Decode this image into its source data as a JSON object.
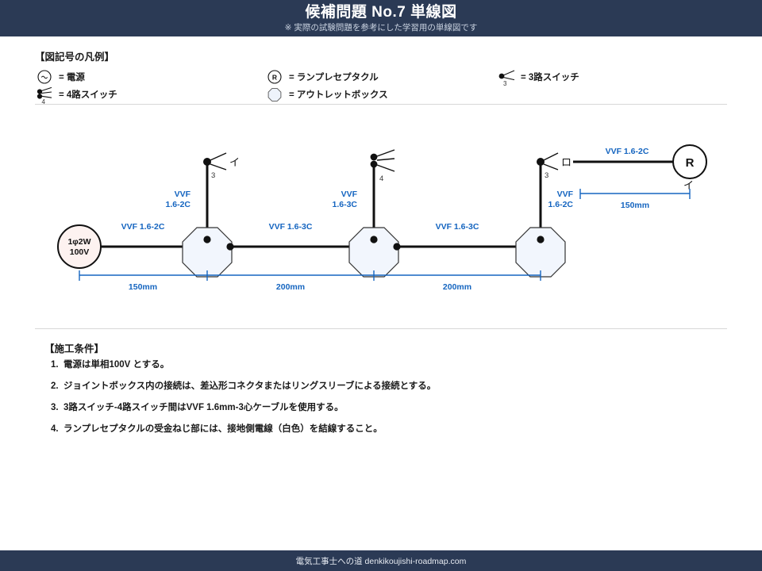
{
  "header": {
    "title": "候補問題 No.7  単線図",
    "subtitle": "※ 実際の試験問題を参考にした学習用の単線図です"
  },
  "legend": {
    "title": "【図記号の凡例】",
    "items": [
      {
        "icon": "power-source-icon",
        "label": "= 電源"
      },
      {
        "icon": "four-way-switch-icon",
        "label": "= 4路スイッチ"
      },
      {
        "icon": "lamp-receptacle-icon",
        "label": "= ランプレセプタクル"
      },
      {
        "icon": "outlet-box-icon",
        "label": "= アウトレットボックス"
      },
      {
        "icon": "three-way-switch-icon",
        "label": "= 3路スイッチ"
      }
    ]
  },
  "diagram": {
    "source": {
      "line1": "1φ2W",
      "line2": "100V"
    },
    "receptacle": {
      "label": "R",
      "mark": "イ"
    },
    "switches": [
      {
        "name": "switch-3way-left",
        "poles": "3",
        "mark": "イ"
      },
      {
        "name": "switch-4way-mid",
        "poles": "4",
        "mark": ""
      },
      {
        "name": "switch-3way-right",
        "poles": "3",
        "mark": "ロ"
      }
    ],
    "cable_labels": {
      "source_to_jb1": "VVF 1.6-2C",
      "jb1_to_jb2": "VVF 1.6-3C",
      "jb2_to_jb3": "VVF 1.6-3C",
      "jb1_to_sw1_a": "VVF",
      "jb1_to_sw1_b": "1.6-2C",
      "jb2_to_sw2_a": "VVF",
      "jb2_to_sw2_b": "1.6-3C",
      "jb3_to_sw3_a": "VVF",
      "jb3_to_sw3_b": "1.6-2C",
      "sw3_to_receptacle": "VVF 1.6-2C"
    },
    "dimensions": {
      "seg1": "150mm",
      "seg2": "200mm",
      "seg3": "200mm",
      "branch": "150mm"
    }
  },
  "conditions": {
    "title": "【施工条件】",
    "items": [
      {
        "num": "1.",
        "text": "電源は単相100V とする。"
      },
      {
        "num": "2.",
        "text": "ジョイントボックス内の接続は、差込形コネクタまたはリングスリーブによる接続とする。"
      },
      {
        "num": "3.",
        "text": "3路スイッチ-4路スイッチ間はVVF 1.6mm-3心ケーブルを使用する。"
      },
      {
        "num": "4.",
        "text": "ランプレセプタクルの受金ねじ部には、接地側電線（白色）を結線すること。"
      }
    ]
  },
  "footer": {
    "text": "電気工事士への道 denkikoujishi-roadmap.com"
  },
  "colors": {
    "header_bg": "#2b3a55",
    "accent_blue": "#1565c0",
    "wire_black": "#111111",
    "junction_fill": "#f2f6fd",
    "source_fill": "#fdf2f0"
  }
}
